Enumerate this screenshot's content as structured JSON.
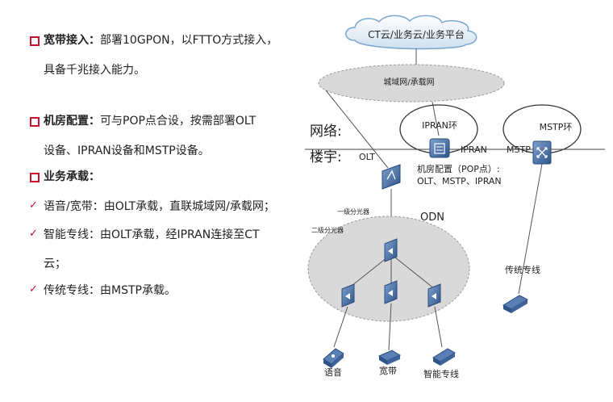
{
  "bullets": {
    "access": {
      "title": "宽带接入：",
      "text1": "部署10GPON，以FTTO方式接入，",
      "text2": "具备千兆接入能力。"
    },
    "room": {
      "title": "机房配置：",
      "text1": "可与POP点合设，按需部署OLT",
      "text2": "设备、IPRAN设备和MSTP设备。"
    },
    "service": {
      "title": "业务承载："
    }
  },
  "checks": [
    {
      "text": "语音/宽带：由OLT承载，直联城域网/承载网；"
    },
    {
      "text1": "智能专线：由OLT承载，经IPRAN连接至CT",
      "text2": "云；"
    },
    {
      "text": "传统专线：由MSTP承载。"
    }
  ],
  "diagram": {
    "cloud": "CT云/业务云/业务平台",
    "metro": "城域网/承载网",
    "network": "网络:",
    "building": "楼宇:",
    "iprane_ring": "IPRAN环",
    "mstp_ring": "MSTP环",
    "olt": "OLT",
    "ipran": "IPRAN",
    "mstp": "MSTP",
    "room1": "机房配置（POP点）:",
    "room2": "OLT、MSTP、IPRAN",
    "odn": "ODN",
    "splitter1": "一级分光器",
    "splitter2": "二级分光器",
    "legacy_line": "传统专线",
    "voice": "语音",
    "broadband": "宽带",
    "smart_line": "智能专线"
  },
  "colors": {
    "accent": "#c8102e",
    "device": "#3a5f93",
    "ellipse": "#d9d9d9"
  }
}
